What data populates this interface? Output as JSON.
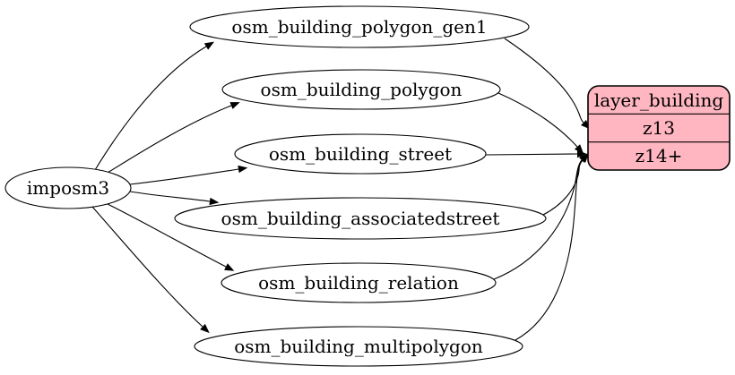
{
  "diagram": {
    "background": "#ffffff",
    "edge_color": "#000000",
    "node_stroke_color": "#000000",
    "table_fill_color": "#ffffff",
    "source_label": "imposm3",
    "tables": [
      "osm_building_polygon_gen1",
      "osm_building_polygon",
      "osm_building_street",
      "osm_building_associatedstreet",
      "osm_building_relation",
      "osm_building_multipolygon"
    ],
    "layer": {
      "title": "layer_building",
      "rows": [
        "z13",
        "z14+"
      ],
      "fill_color": "#ffb6c1"
    },
    "edges": [
      {
        "from": "imposm3",
        "to": "osm_building_polygon_gen1"
      },
      {
        "from": "imposm3",
        "to": "osm_building_polygon"
      },
      {
        "from": "imposm3",
        "to": "osm_building_street"
      },
      {
        "from": "imposm3",
        "to": "osm_building_associatedstreet"
      },
      {
        "from": "imposm3",
        "to": "osm_building_relation"
      },
      {
        "from": "imposm3",
        "to": "osm_building_multipolygon"
      },
      {
        "from": "osm_building_polygon_gen1",
        "to": "layer_building",
        "target_row": "z13"
      },
      {
        "from": "osm_building_polygon",
        "to": "layer_building",
        "target_row": "z14+"
      },
      {
        "from": "osm_building_street",
        "to": "layer_building",
        "target_row": "z14+"
      },
      {
        "from": "osm_building_associatedstreet",
        "to": "layer_building",
        "target_row": "z14+"
      },
      {
        "from": "osm_building_relation",
        "to": "layer_building",
        "target_row": "z14+"
      },
      {
        "from": "osm_building_multipolygon",
        "to": "layer_building",
        "target_row": "z14+"
      }
    ]
  }
}
